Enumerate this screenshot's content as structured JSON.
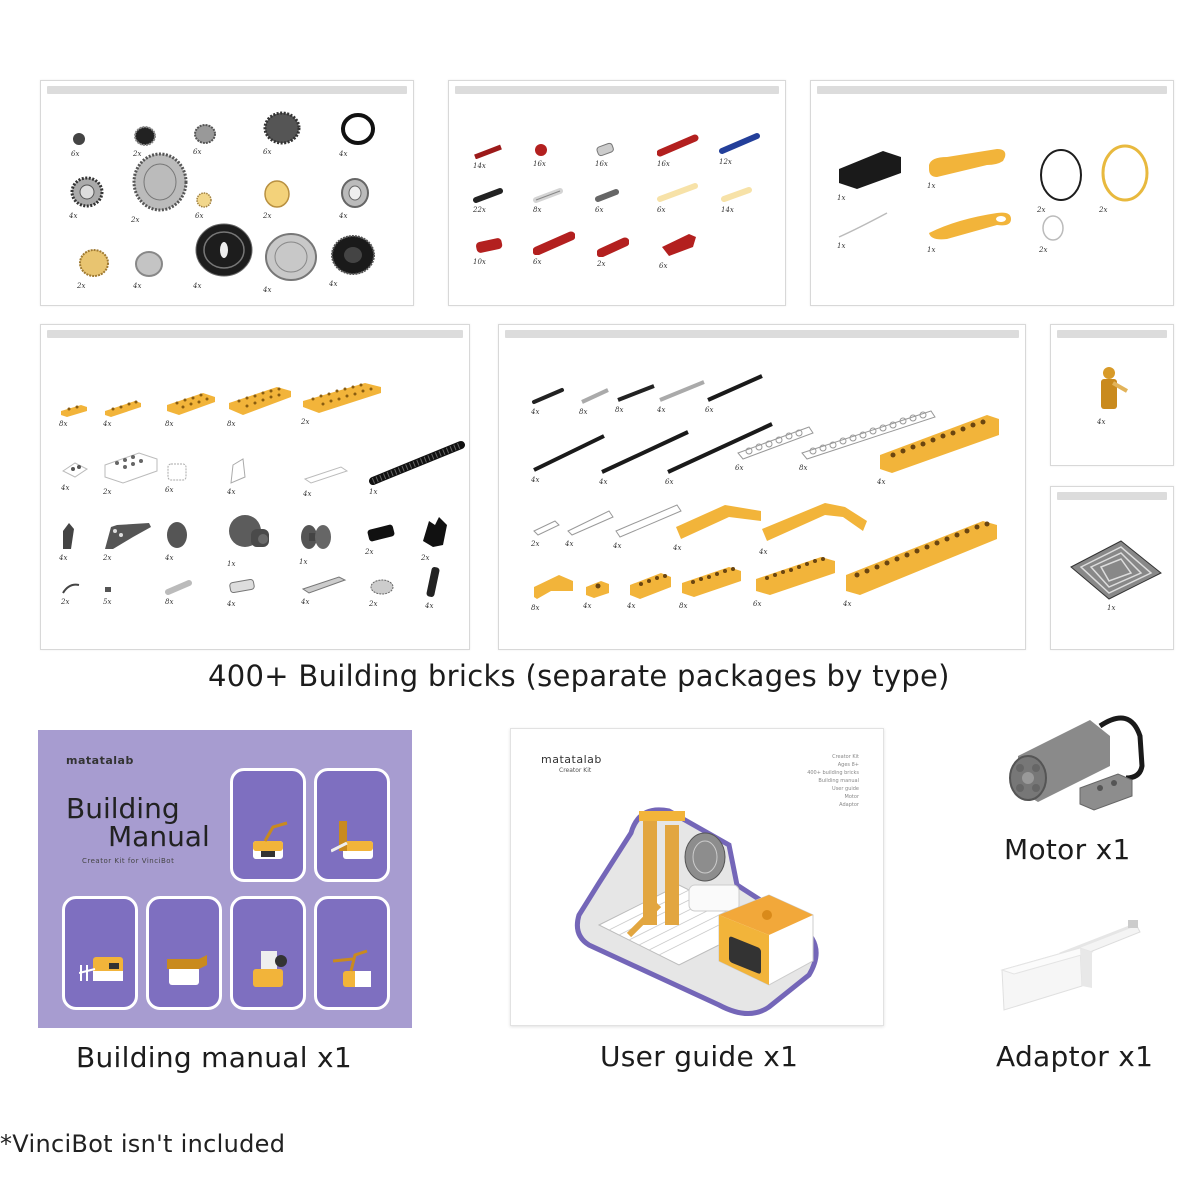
{
  "panels": {
    "gears_wheels": {
      "quantities": [
        "6x",
        "2x",
        "6x",
        "6x",
        "4x",
        "4x",
        "2x",
        "6x",
        "2x",
        "4x",
        "2x",
        "4x",
        "4x",
        "4x",
        "4x"
      ]
    },
    "pins_connectors": {
      "quantities": [
        "14x",
        "16x",
        "16x",
        "16x",
        "12x",
        "22x",
        "8x",
        "6x",
        "6x",
        "14x",
        "10x",
        "6x",
        "2x",
        "6x"
      ]
    },
    "rubber_tools": {
      "quantities": [
        "1x",
        "1x",
        "2x",
        "2x",
        "1x",
        "1x",
        "2x"
      ]
    },
    "plates_misc": {
      "quantities": [
        "8x",
        "4x",
        "8x",
        "8x",
        "2x",
        "4x",
        "2x",
        "6x",
        "4x",
        "4x",
        "1x",
        "4x",
        "2x",
        "4x",
        "1x",
        "1x",
        "2x",
        "2x",
        "2x",
        "5x",
        "8x",
        "4x",
        "4x",
        "2x",
        "4x"
      ]
    },
    "axles_beams": {
      "quantities": [
        "4x",
        "8x",
        "8x",
        "4x",
        "6x",
        "4x",
        "4x",
        "6x",
        "6x",
        "8x",
        "4x",
        "2x",
        "4x",
        "4x",
        "4x",
        "4x",
        "8x",
        "4x",
        "4x",
        "8x",
        "6x",
        "4x"
      ]
    },
    "figure": {
      "quantities": [
        "4x"
      ]
    },
    "mat": {
      "quantities": [
        "1x"
      ]
    }
  },
  "captions": {
    "bricks": "400+ Building bricks (separate packages by type)",
    "manual": "Building manual x1",
    "guide": "User guide x1",
    "motor": "Motor x1",
    "adaptor": "Adaptor x1",
    "footnote": "*VinciBot isn't included"
  },
  "manual_cover": {
    "brand": "matatalab",
    "title_line1": "Building",
    "title_line2": "Manual",
    "subtitle": "Creator Kit for VinciBot",
    "bg_color": "#a79cd0",
    "tile_color": "#7e6fc0"
  },
  "guide_cover": {
    "brand": "matatalab",
    "subtitle": "Creator Kit",
    "spec_lines": [
      "Creator Kit",
      "Ages 8+",
      "400+ building bricks",
      "Building manual",
      "User guide",
      "Motor",
      "Adaptor"
    ]
  },
  "colors": {
    "accent_orange": "#f2b43a",
    "brick_red": "#b3201f",
    "pin_blue": "#233f9a",
    "outline_purple": "#7466b8"
  }
}
